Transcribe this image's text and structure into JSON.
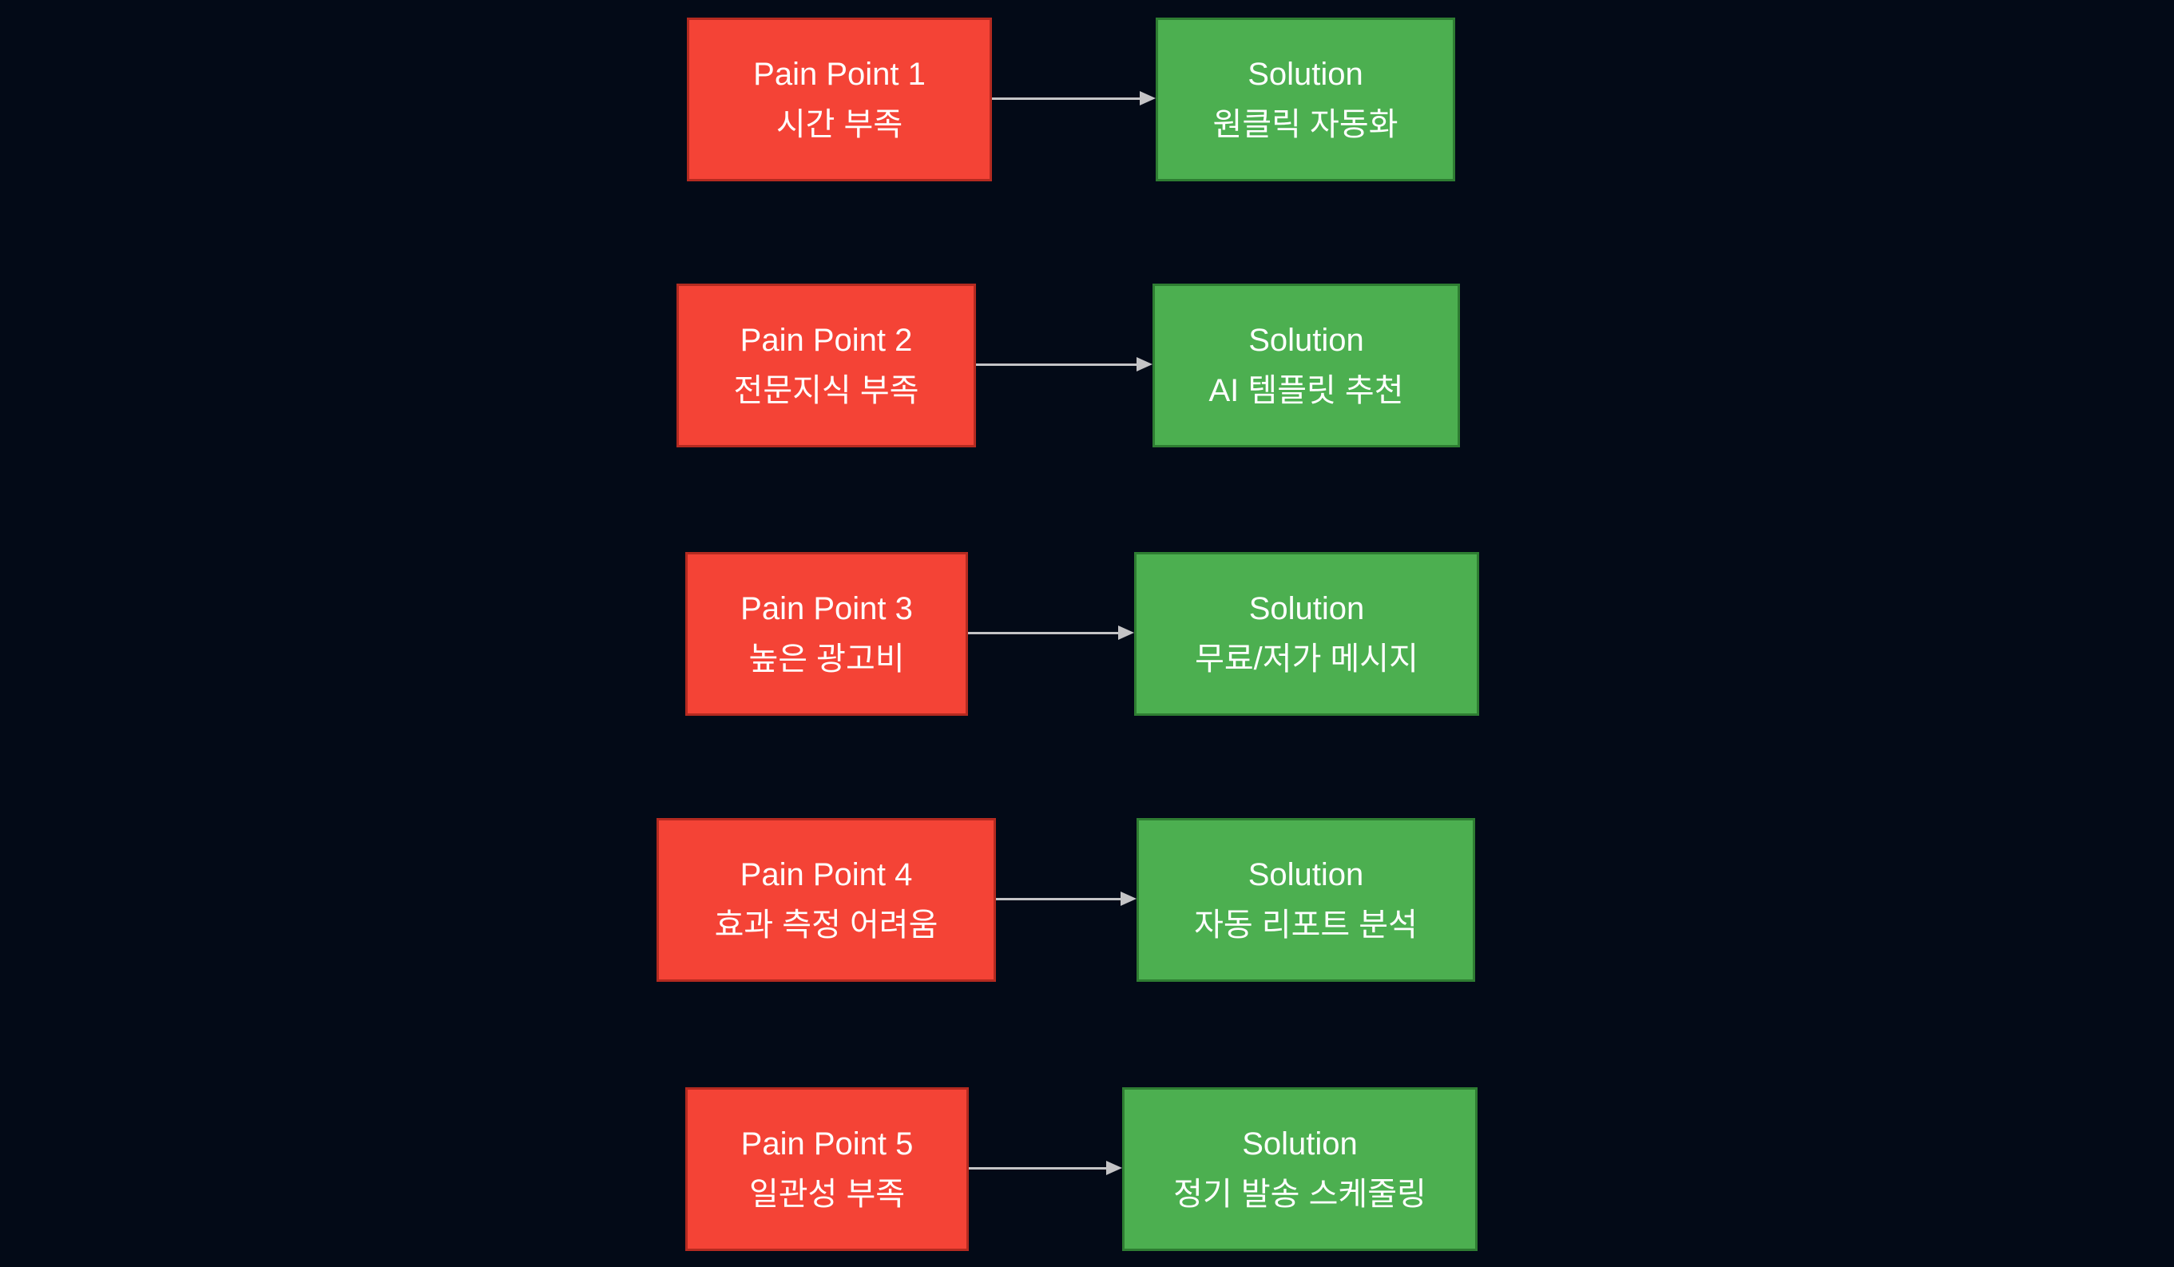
{
  "colors": {
    "background": "#030a17",
    "pain_fill": "#f44336",
    "pain_border": "#b42a20",
    "solution_fill": "#4caf50",
    "solution_border": "#2e7d32",
    "arrow": "#c4c4c6",
    "text": "#ffffff"
  },
  "rows": [
    {
      "pain": {
        "title": "Pain Point 1",
        "subtitle": "시간 부족"
      },
      "solution": {
        "title": "Solution",
        "subtitle": "원클릭 자동화"
      }
    },
    {
      "pain": {
        "title": "Pain Point 2",
        "subtitle": "전문지식 부족"
      },
      "solution": {
        "title": "Solution",
        "subtitle": "AI 템플릿 추천"
      }
    },
    {
      "pain": {
        "title": "Pain Point 3",
        "subtitle": "높은 광고비"
      },
      "solution": {
        "title": "Solution",
        "subtitle": "무료/저가 메시지"
      }
    },
    {
      "pain": {
        "title": "Pain Point 4",
        "subtitle": "효과 측정 어려움"
      },
      "solution": {
        "title": "Solution",
        "subtitle": "자동 리포트 분석"
      }
    },
    {
      "pain": {
        "title": "Pain Point 5",
        "subtitle": "일관성 부족"
      },
      "solution": {
        "title": "Solution",
        "subtitle": "정기 발송 스케줄링"
      }
    }
  ]
}
